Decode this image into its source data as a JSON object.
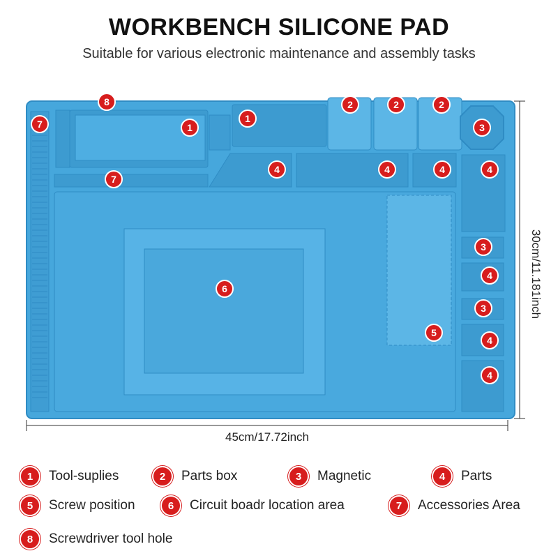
{
  "header": {
    "title": "WORKBENCH SILICONE PAD",
    "subtitle": "Suitable for various electronic maintenance and assembly tasks"
  },
  "dimensions": {
    "width": "45cm/17.72inch",
    "height": "30cm/11.181inch"
  },
  "markers": [
    "1",
    "2",
    "3",
    "4",
    "5",
    "6",
    "7",
    "8"
  ],
  "legend": [
    {
      "num": "1",
      "label": "Tool-suplies"
    },
    {
      "num": "2",
      "label": "Parts box"
    },
    {
      "num": "3",
      "label": "Magnetic"
    },
    {
      "num": "4",
      "label": "Parts"
    },
    {
      "num": "5",
      "label": "Screw position"
    },
    {
      "num": "6",
      "label": "Circuit boadr location area"
    },
    {
      "num": "7",
      "label": "Accessories Area"
    },
    {
      "num": "8",
      "label": "Screwdriver tool hole"
    }
  ],
  "colors": {
    "pad": "#46a7dc",
    "pad_dark": "#2f8cc4",
    "pad_light": "#5cb6e6",
    "marker": "#d71d1d"
  }
}
